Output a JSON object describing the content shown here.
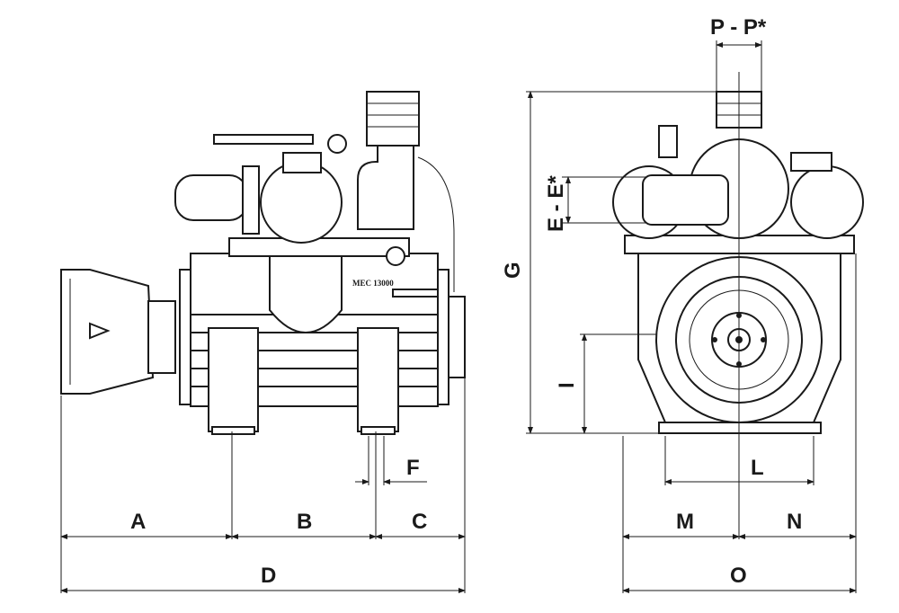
{
  "diagram": {
    "nameplate": "MEC 13000",
    "dimensions": {
      "A": "A",
      "B": "B",
      "C": "C",
      "D": "D",
      "F": "F",
      "G": "G",
      "I": "I",
      "L": "L",
      "M": "M",
      "N": "N",
      "O": "O",
      "P": "P - P*",
      "E": "E - E*"
    }
  }
}
